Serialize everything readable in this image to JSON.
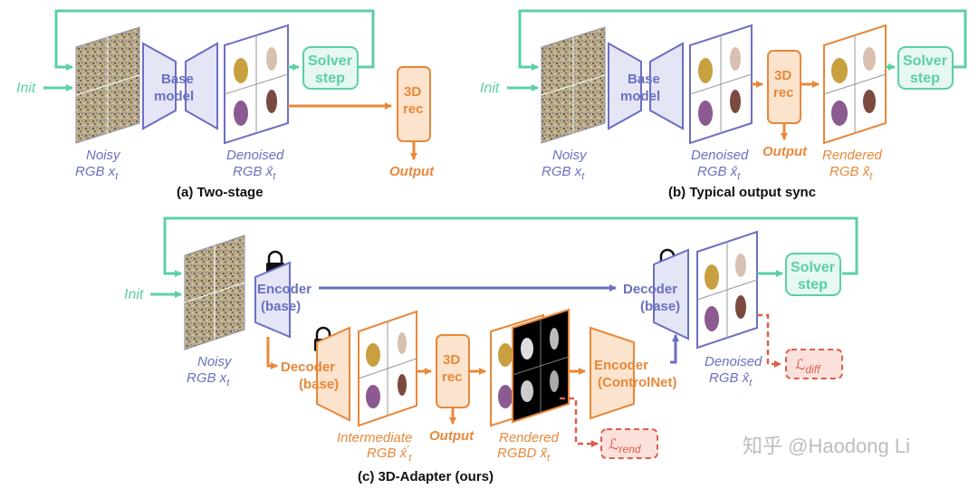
{
  "panel_a": {
    "caption": "(a) Two-stage",
    "init": "Init",
    "noisy_line1": "Noisy",
    "noisy_line2": "RGB x",
    "noisy_sub": "t",
    "base_model_line1": "Base",
    "base_model_line2": "model",
    "denoised_line1": "Denoised",
    "denoised_line2": "RGB x̂",
    "denoised_sub": "t",
    "solver_line1": "Solver",
    "solver_line2": "step",
    "rec_line1": "3D",
    "rec_line2": "rec",
    "output": "Output"
  },
  "panel_b": {
    "caption": "(b) Typical output sync",
    "init": "Init",
    "noisy_line1": "Noisy",
    "noisy_line2": "RGB x",
    "noisy_sub": "t",
    "base_model_line1": "Base",
    "base_model_line2": "model",
    "denoised_line1": "Denoised",
    "denoised_line2": "RGB x̂",
    "denoised_sub": "t",
    "rec_line1": "3D",
    "rec_line2": "rec",
    "output": "Output",
    "rendered_line1": "Rendered",
    "rendered_line2": "RGB x̃",
    "rendered_sub": "t",
    "solver_line1": "Solver",
    "solver_line2": "step"
  },
  "panel_c": {
    "caption": "(c) 3D-Adapter (ours)",
    "init": "Init",
    "noisy_line1": "Noisy",
    "noisy_line2": "RGB x",
    "noisy_sub": "t",
    "encoder_line1": "Encoder",
    "encoder_line2": "(base)",
    "decoder_top_line1": "Decoder",
    "decoder_top_line2": "(base)",
    "solver_line1": "Solver",
    "solver_line2": "step",
    "decoder_low_line1": "Decoder",
    "decoder_low_line2": "(base)",
    "intermediate_line1": "Intermediate",
    "intermediate_line2": "RGB x̂",
    "intermediate_sub": "t",
    "intermediate_sup": "′",
    "rec_line1": "3D",
    "rec_line2": "rec",
    "output": "Output",
    "rendered_line1": "Rendered",
    "rendered_line2": "RGBD x̃",
    "rendered_sub": "t",
    "controlnet_line1": "Encoder",
    "controlnet_line2": "(ControlNet)",
    "denoised_line1": "Denoised",
    "denoised_line2": "RGB x̂",
    "denoised_sub": "t",
    "loss_diff": "ℒ",
    "loss_diff_sub": "diff",
    "loss_rend": "ℒ",
    "loss_rend_sub": "rend"
  },
  "watermark": "知乎 @Haodong Li",
  "colors": {
    "teal": "#5ccfa6",
    "blue": "#6b6fc2",
    "orange": "#e8883a",
    "red": "#e05c4a"
  }
}
